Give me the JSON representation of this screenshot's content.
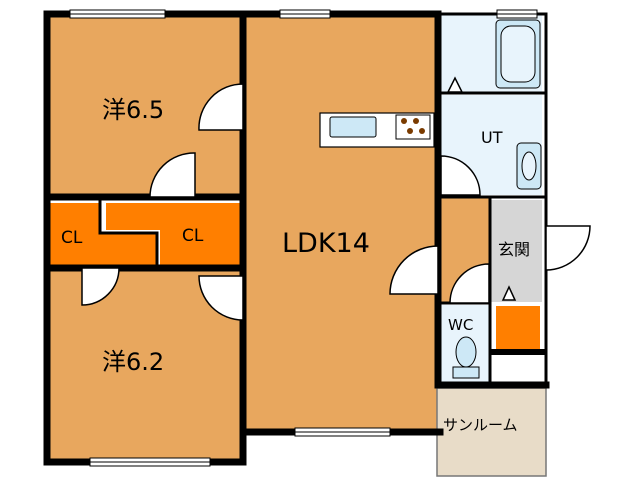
{
  "rooms": {
    "western_a": "洋6.5",
    "western_b": "洋6.2",
    "ldk": "LDK14",
    "closet_left": "CL",
    "closet_right": "CL",
    "utility": "UT",
    "entrance": "玄関",
    "toilet": "WC",
    "sunroom": "サンルーム"
  },
  "colors": {
    "room": "#e8a75e",
    "closet": "#ff7f00",
    "wet_area": "#e8f4fc",
    "entrance": "#d6d6d6",
    "sunroom": "#e8dcc8",
    "wall": "#000000"
  }
}
